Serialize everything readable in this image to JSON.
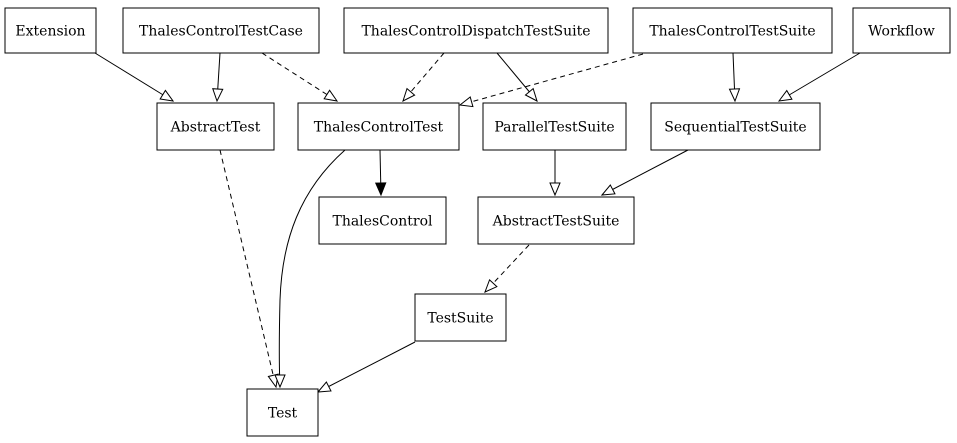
{
  "diagram": {
    "nodes": [
      {
        "id": "extension",
        "label": "Extension"
      },
      {
        "id": "thales-control-test-case",
        "label": "ThalesControlTestCase"
      },
      {
        "id": "thales-control-dispatch-test-suite",
        "label": "ThalesControlDispatchTestSuite"
      },
      {
        "id": "thales-control-test-suite",
        "label": "ThalesControlTestSuite"
      },
      {
        "id": "workflow",
        "label": "Workflow"
      },
      {
        "id": "abstract-test",
        "label": "AbstractTest"
      },
      {
        "id": "thales-control-test",
        "label": "ThalesControlTest"
      },
      {
        "id": "parallel-test-suite",
        "label": "ParallelTestSuite"
      },
      {
        "id": "sequential-test-suite",
        "label": "SequentialTestSuite"
      },
      {
        "id": "thales-control",
        "label": "ThalesControl"
      },
      {
        "id": "abstract-test-suite",
        "label": "AbstractTestSuite"
      },
      {
        "id": "test-suite",
        "label": "TestSuite"
      },
      {
        "id": "test",
        "label": "Test"
      }
    ],
    "edges": [
      {
        "from": "extension",
        "to": "abstract-test",
        "style": "solid",
        "arrow": "open"
      },
      {
        "from": "thales-control-test-case",
        "to": "abstract-test",
        "style": "solid",
        "arrow": "open"
      },
      {
        "from": "thales-control-test-case",
        "to": "thales-control-test",
        "style": "dashed",
        "arrow": "open"
      },
      {
        "from": "thales-control-dispatch-test-suite",
        "to": "thales-control-test",
        "style": "dashed",
        "arrow": "open"
      },
      {
        "from": "thales-control-dispatch-test-suite",
        "to": "parallel-test-suite",
        "style": "solid",
        "arrow": "open"
      },
      {
        "from": "thales-control-test-suite",
        "to": "thales-control-test",
        "style": "dashed",
        "arrow": "open"
      },
      {
        "from": "thales-control-test-suite",
        "to": "sequential-test-suite",
        "style": "solid",
        "arrow": "open"
      },
      {
        "from": "workflow",
        "to": "sequential-test-suite",
        "style": "solid",
        "arrow": "open"
      },
      {
        "from": "abstract-test",
        "to": "test",
        "style": "dashed",
        "arrow": "open"
      },
      {
        "from": "thales-control-test",
        "to": "thales-control",
        "style": "solid",
        "arrow": "filled"
      },
      {
        "from": "thales-control-test",
        "to": "test",
        "style": "solid",
        "arrow": "open"
      },
      {
        "from": "parallel-test-suite",
        "to": "abstract-test-suite",
        "style": "solid",
        "arrow": "open"
      },
      {
        "from": "sequential-test-suite",
        "to": "abstract-test-suite",
        "style": "solid",
        "arrow": "open"
      },
      {
        "from": "abstract-test-suite",
        "to": "test-suite",
        "style": "dashed",
        "arrow": "open"
      },
      {
        "from": "test-suite",
        "to": "test",
        "style": "solid",
        "arrow": "open"
      }
    ]
  }
}
